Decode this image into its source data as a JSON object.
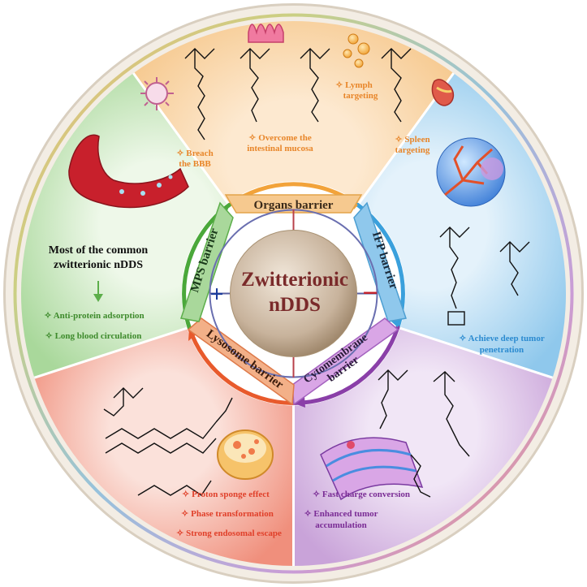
{
  "center": {
    "line1": "Zwitterionic",
    "line2": "nDDS",
    "plus": "+",
    "minus": "−"
  },
  "barriers": {
    "organs": "Organs barrier",
    "ifp": "IFP barrier",
    "cyto1": "Cytomembrane",
    "cyto2": "barrier",
    "lysosome": "Lysosome barrier",
    "mps": "MPS barrier"
  },
  "sections": {
    "organs": {
      "bbb1": "✧ Breach",
      "bbb2": "the BBB",
      "intest1": "✧ Overcome the",
      "intest2": "intestinal mucosa",
      "lymph1": "✧ Lymph",
      "lymph2": "targeting",
      "spleen1": "✧ Spleen",
      "spleen2": "targeting"
    },
    "ifp": {
      "line1": "✧ Achieve deep tumor",
      "line2": "penetration"
    },
    "cyto": {
      "item1": "✧ Fast charge conversion",
      "item2a": "✧ Enhanced tumor",
      "item2b": "accumulation"
    },
    "lysosome": {
      "item1": "✧ Proton sponge effect",
      "item2": "✧ Phase transformation",
      "item3": "✧ Strong endosomal escape"
    },
    "mps": {
      "head1": "Most of the common",
      "head2": "zwitterionic nDDS",
      "item1": "✧ Anti-protein adsorption",
      "item2": "✧ Long blood circulation"
    }
  },
  "colors": {
    "organs": "#f6c98f",
    "ifp": "#8fc8ec",
    "cyto": "#c9a3d9",
    "lysosome": "#f2a08f",
    "mps": "#a9d89b",
    "textOrange": "#e8862a",
    "textBlue": "#2c8bd0",
    "textPurple": "#7a2c95",
    "textRed": "#e0402a",
    "textGreen": "#3d8a2b",
    "plusBlue": "#1c3d9c",
    "minusRed": "#c4202a"
  }
}
